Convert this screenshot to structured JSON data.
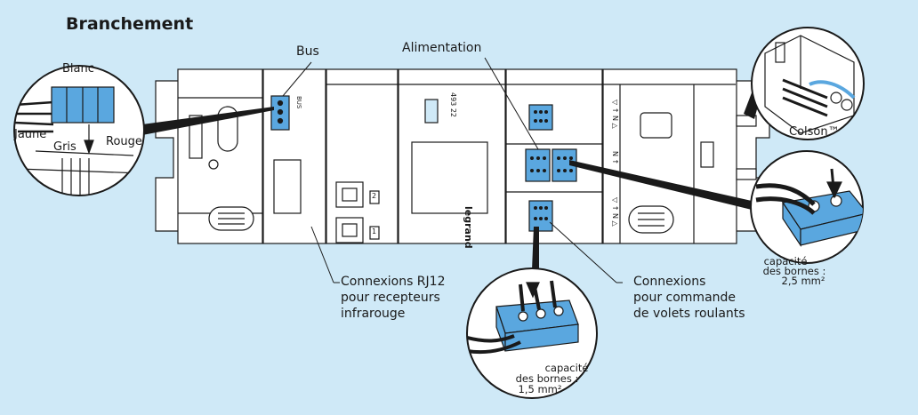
{
  "title": "Branchement",
  "labels": {
    "bus": "Bus",
    "alimentation": "Alimentation",
    "blanc": "Blanc",
    "jaune": "Jaune",
    "gris": "Gris",
    "rouge": "Rouge",
    "colson": "Colson™",
    "rj12_line1": "Connexions RJ12",
    "rj12_line2": "pour recepteurs",
    "rj12_line3": "infrarouge",
    "volets_line1": "Connexions",
    "volets_line2": "pour commande",
    "volets_line3": "de volets roulants",
    "cap_right_1": "capacité",
    "cap_right_2": "des bornes :",
    "cap_right_3": "2,5 mm²",
    "cap_bottom_1": "capacité",
    "cap_bottom_2": "des bornes :",
    "cap_bottom_3": "1,5 mm²"
  },
  "device": {
    "model": "493 22",
    "brand": "legrand",
    "bus_marking": "BUS",
    "rj_port_1": "1",
    "rj_port_2": "2",
    "volet_1": "▽ ↑ N △",
    "volet_2": "N ↑",
    "volet_3": "▽ ↑ N △"
  },
  "colors": {
    "background": "#cfe9f7",
    "terminal_blue": "#5aa7df",
    "device_white": "#ffffff",
    "line": "#1a1a1a"
  }
}
